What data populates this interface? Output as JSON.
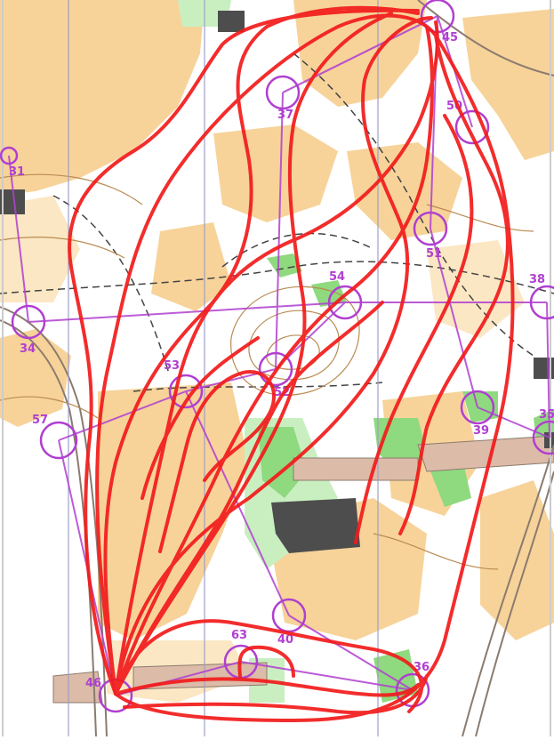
{
  "map": {
    "colors": {
      "paper": "#ffffff",
      "open_land": "#f7d39a",
      "rough_open": "#fbe7c3",
      "green": "#8fd97f",
      "light_green": "#c9efc1",
      "building": "#4d4d4d",
      "paved": "#dcbba8",
      "road_edge": "#8b7b6e",
      "contour": "#b98b52",
      "course": "#b03fd0",
      "gps_track": "#f21b1b",
      "north_line": "#9ea0c8"
    },
    "controls": [
      {
        "label": "31"
      },
      {
        "label": "34"
      },
      {
        "label": "57"
      },
      {
        "label": "37"
      },
      {
        "label": "50"
      },
      {
        "label": "51"
      },
      {
        "label": "54"
      },
      {
        "label": "38"
      },
      {
        "label": "53"
      },
      {
        "label": "52"
      },
      {
        "label": "39"
      },
      {
        "label": "35"
      },
      {
        "label": "63"
      },
      {
        "label": "40"
      },
      {
        "label": "36"
      },
      {
        "label": "45"
      },
      {
        "label": "46"
      }
    ]
  }
}
